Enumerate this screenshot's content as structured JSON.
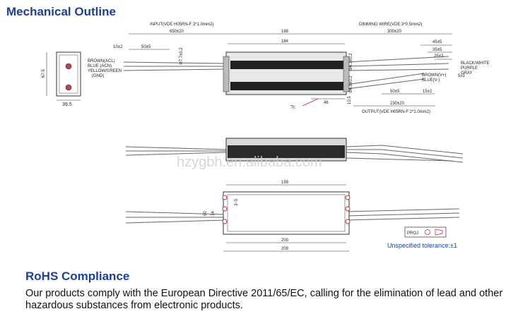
{
  "sections": {
    "mechanical_title": "Mechanical Outline",
    "rohs_title": "RoHS Compliance",
    "rohs_line1": "Our products comply with the European Directive 2011/65/EC, calling for the elimination of lead and other",
    "rohs_line2": "hazardous substances from electronic products."
  },
  "top_view": {
    "input_cable": "INPUT(VDE H05RN-F 3*1.0mm2)",
    "dimming_wire": "DIMMING WIRE(VDE 3*0.5mm2)",
    "output_cable": "OUTPUT(VDE H05RN-F 2*1.0mm2)",
    "dim_650": "650±20",
    "dim_188": "188",
    "dim_184": "184",
    "dim_300": "300±20",
    "dim_45": "45±5",
    "dim_35": "35±5",
    "dim_25": "25±3",
    "dim_10": "10±2",
    "dim_50_left": "50±5",
    "dim_phi7": "Φ7.7±0.2",
    "dim_phi63": "Φ6.3±0.2",
    "dim_phi68": "Φ6.8±0.2",
    "dim_46": "46",
    "dim_10_5": "10.5",
    "dim_50_right": "50±5",
    "dim_15": "15±2",
    "dim_230": "230±20",
    "dim_5": "5±1",
    "tc_label": "Tc",
    "input_wires": [
      "BROWN(ACL)",
      "BLUE (ACN)",
      "YELLOW/GREEN",
      "(GND)"
    ],
    "dim_wires": [
      "BLACK/WHITE",
      "PURPLE",
      "GRAY"
    ],
    "output_wires": [
      "BROWN(V+)",
      "BLUE(V-)"
    ]
  },
  "end_view": {
    "height": "67.5",
    "width": "39.5"
  },
  "bottom_view": {
    "dim_199": "199",
    "dim_200": "200",
    "dim_209": "209",
    "dim_50": "50",
    "dim_34": "34",
    "dim_3_5": "3~5",
    "proj_label": "PROJ",
    "tolerance": "Unspecified tolerance:±1"
  },
  "watermark": "hzygbh.en.alibaba.com"
}
